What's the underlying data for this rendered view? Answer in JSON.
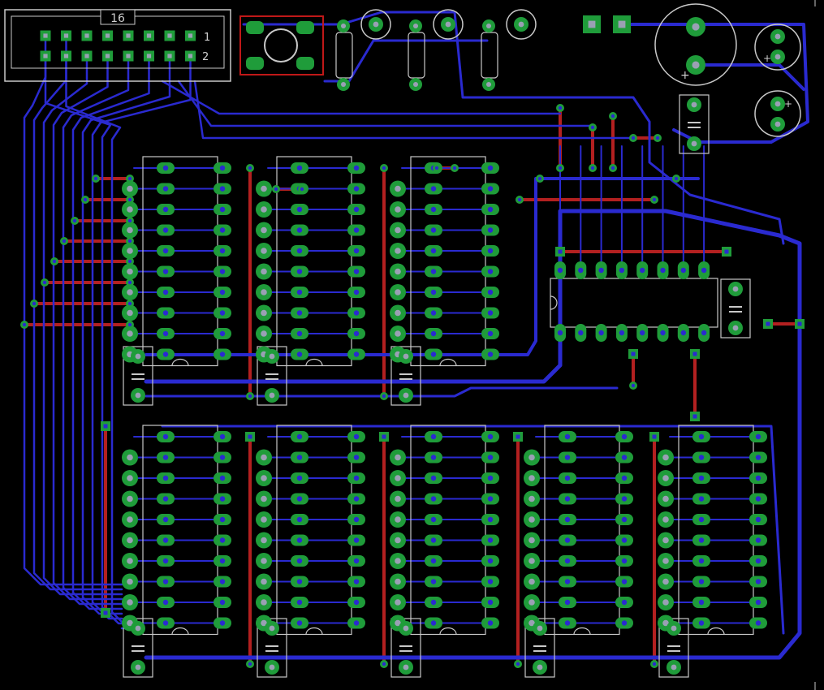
{
  "board": {
    "background": "#000000",
    "colors": {
      "top_trace": "#2a2ad0",
      "bottom_trace": "#b32020",
      "pad": "#1f9c3a",
      "via_hole": "#9aa0b4",
      "silkscreen": "#c8c8c8",
      "keepout": "#c01818"
    }
  },
  "connector": {
    "pin_count_label": "16",
    "row1_label": "1",
    "row2_label": "2"
  },
  "capacitor_labels": {
    "plus": "+"
  }
}
